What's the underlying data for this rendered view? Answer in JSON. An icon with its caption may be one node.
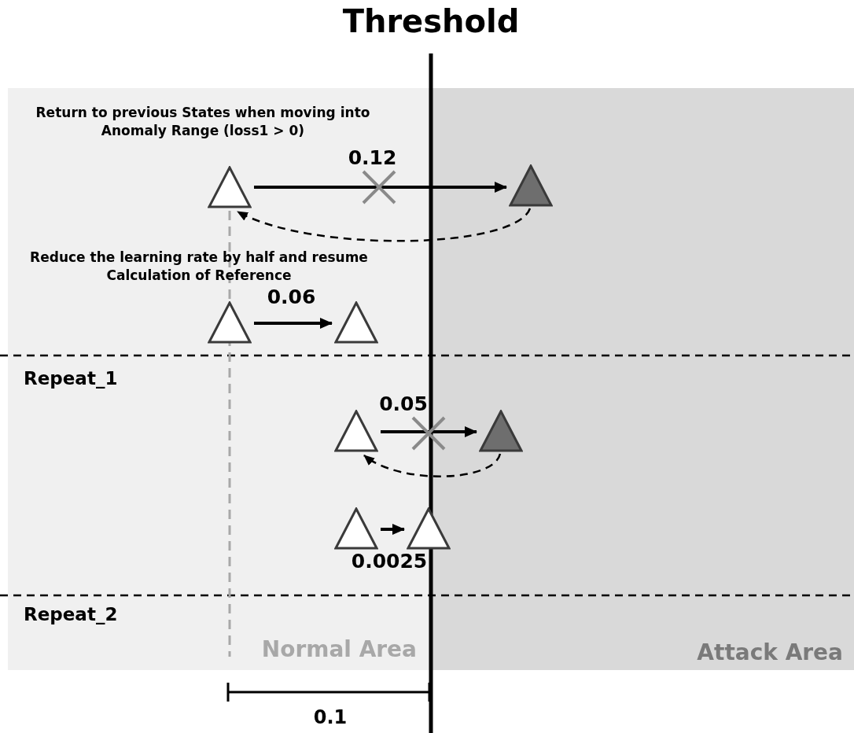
{
  "diagram": {
    "title": "Threshold",
    "nodes": [
      {
        "text": [
          "Normal Area"
        ]
      },
      {
        "text": [
          "Attack Area"
        ]
      },
      {
        "text": [],
        "shape": "triangle",
        "in": 0
      },
      {
        "text": [],
        "shape": "triangle",
        "in": 1
      },
      {
        "text": [],
        "shape": "triangle",
        "in": 0
      },
      {
        "text": [],
        "shape": "triangle",
        "in": 0
      },
      {
        "text": [],
        "shape": "triangle",
        "in": 0
      },
      {
        "text": [],
        "shape": "triangle",
        "in": 1
      },
      {
        "text": [],
        "shape": "triangle",
        "in": 0
      },
      {
        "text": [],
        "shape": "triangle"
      }
    ],
    "edges": [
      {
        "from": 2,
        "to": 3,
        "arrow": "to",
        "label": "0.12"
      },
      {
        "from": 3,
        "to": 2,
        "arrow": "to",
        "style": "dashed"
      },
      {
        "from": 4,
        "to": 5,
        "arrow": "to",
        "label": "0.06"
      },
      {
        "from": 6,
        "to": 7,
        "arrow": "to",
        "label": "0.05"
      },
      {
        "from": 7,
        "to": 6,
        "arrow": "to",
        "style": "dashed"
      },
      {
        "from": 8,
        "to": 9,
        "arrow": "to",
        "label": "0.0025"
      }
    ],
    "labels": [
      "Return to previous States when moving into Anomaly Range (loss1 > 0)",
      "Reduce the learning rate by half and resume Calculation of Reference",
      "Repeat_1",
      "Repeat_2",
      "0.1"
    ]
  }
}
